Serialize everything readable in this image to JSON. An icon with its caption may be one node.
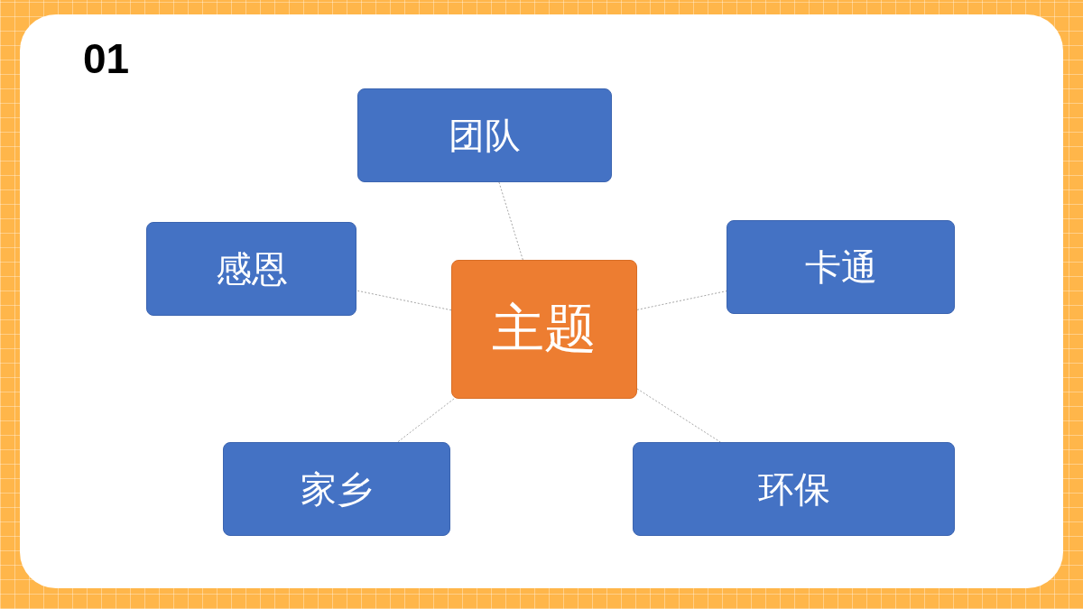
{
  "diagram": {
    "nodes": [
      {
        "text": [
          "团队"
        ]
      },
      {
        "text": [
          "感恩"
        ]
      },
      {
        "text": [
          "卡通"
        ]
      },
      {
        "text": [
          "主题"
        ]
      },
      {
        "text": [
          "家乡"
        ]
      },
      {
        "text": [
          "环保"
        ]
      }
    ],
    "edges": [
      {
        "from": 3,
        "to": 0,
        "arrow": "none",
        "style": "dashed"
      },
      {
        "from": 3,
        "to": 1,
        "arrow": "none",
        "style": "dashed"
      },
      {
        "from": 3,
        "to": 2,
        "arrow": "none",
        "style": "dashed"
      },
      {
        "from": 3,
        "to": 4,
        "arrow": "none",
        "style": "dashed"
      },
      {
        "from": 3,
        "to": 5,
        "arrow": "none",
        "style": "dashed"
      }
    ],
    "labels": [
      "01"
    ]
  }
}
